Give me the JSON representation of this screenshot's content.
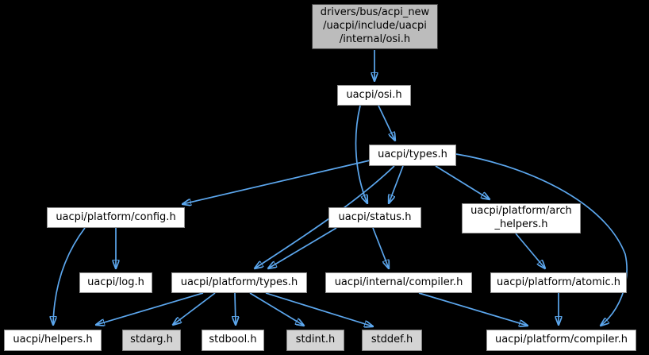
{
  "diagram": {
    "type": "include-dependency-graph",
    "colors": {
      "background": "#000000",
      "edge": "#5CA7EE",
      "node_fill": "#ffffff",
      "node_border": "#8f8f8f",
      "gray_node_fill": "#d4d4d4",
      "root_node_fill": "#bcbcbc",
      "root_node_border": "#3f3f3f",
      "text": "#000000"
    },
    "nodes": [
      {
        "id": "root",
        "label": "drivers/bus/acpi_new /uacpi/include/uacpi /internal/osi.h",
        "lines": [
          "drivers/bus/acpi_new",
          "/uacpi/include/uacpi",
          "/internal/osi.h"
        ],
        "style": "root"
      },
      {
        "id": "osi",
        "label": "uacpi/osi.h"
      },
      {
        "id": "types",
        "label": "uacpi/types.h"
      },
      {
        "id": "config",
        "label": "uacpi/platform/config.h"
      },
      {
        "id": "status",
        "label": "uacpi/status.h"
      },
      {
        "id": "arch",
        "label": "uacpi/platform/arch _helpers.h",
        "lines": [
          "uacpi/platform/arch",
          "_helpers.h"
        ]
      },
      {
        "id": "log",
        "label": "uacpi/log.h"
      },
      {
        "id": "ptypes",
        "label": "uacpi/platform/types.h"
      },
      {
        "id": "icompiler",
        "label": "uacpi/internal/compiler.h"
      },
      {
        "id": "atomic",
        "label": "uacpi/platform/atomic.h"
      },
      {
        "id": "helpers",
        "label": "uacpi/helpers.h"
      },
      {
        "id": "stdarg",
        "label": "stdarg.h",
        "style": "gray"
      },
      {
        "id": "stdbool",
        "label": "stdbool.h"
      },
      {
        "id": "stdint",
        "label": "stdint.h",
        "style": "gray"
      },
      {
        "id": "stddef",
        "label": "stddef.h",
        "style": "gray"
      },
      {
        "id": "pcompiler",
        "label": "uacpi/platform/compiler.h"
      }
    ],
    "edges": [
      {
        "from": "root",
        "to": "osi"
      },
      {
        "from": "osi",
        "to": "types"
      },
      {
        "from": "osi",
        "to": "status"
      },
      {
        "from": "types",
        "to": "config"
      },
      {
        "from": "types",
        "to": "status"
      },
      {
        "from": "types",
        "to": "arch"
      },
      {
        "from": "types",
        "to": "ptypes"
      },
      {
        "from": "types",
        "to": "pcompiler"
      },
      {
        "from": "config",
        "to": "log"
      },
      {
        "from": "config",
        "to": "helpers"
      },
      {
        "from": "status",
        "to": "ptypes"
      },
      {
        "from": "status",
        "to": "icompiler"
      },
      {
        "from": "arch",
        "to": "atomic"
      },
      {
        "from": "ptypes",
        "to": "helpers"
      },
      {
        "from": "ptypes",
        "to": "stdarg"
      },
      {
        "from": "ptypes",
        "to": "stdbool"
      },
      {
        "from": "ptypes",
        "to": "stdint"
      },
      {
        "from": "ptypes",
        "to": "stddef"
      },
      {
        "from": "icompiler",
        "to": "pcompiler"
      },
      {
        "from": "atomic",
        "to": "pcompiler"
      }
    ]
  }
}
